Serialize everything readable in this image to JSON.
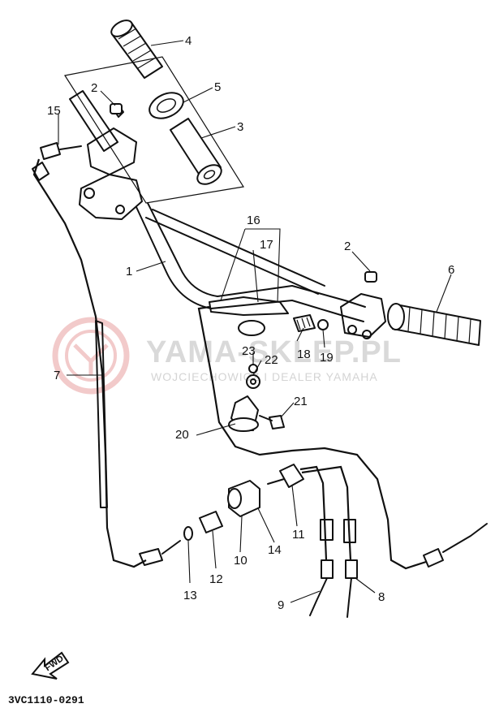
{
  "watermark": {
    "brand": "YAMA-SKLEP.PL",
    "subtitle": "WOJCIECHOWICZ I DEALER YAMAHA",
    "logo_color": "#e8a0a0"
  },
  "fwd_label": "FWD",
  "diagram_code": "3VC1110-0291",
  "callouts": [
    "1",
    "2",
    "2",
    "3",
    "4",
    "5",
    "6",
    "7",
    "8",
    "9",
    "10",
    "11",
    "12",
    "13",
    "14",
    "15",
    "16",
    "17",
    "18",
    "19",
    "20",
    "21",
    "22",
    "23"
  ]
}
